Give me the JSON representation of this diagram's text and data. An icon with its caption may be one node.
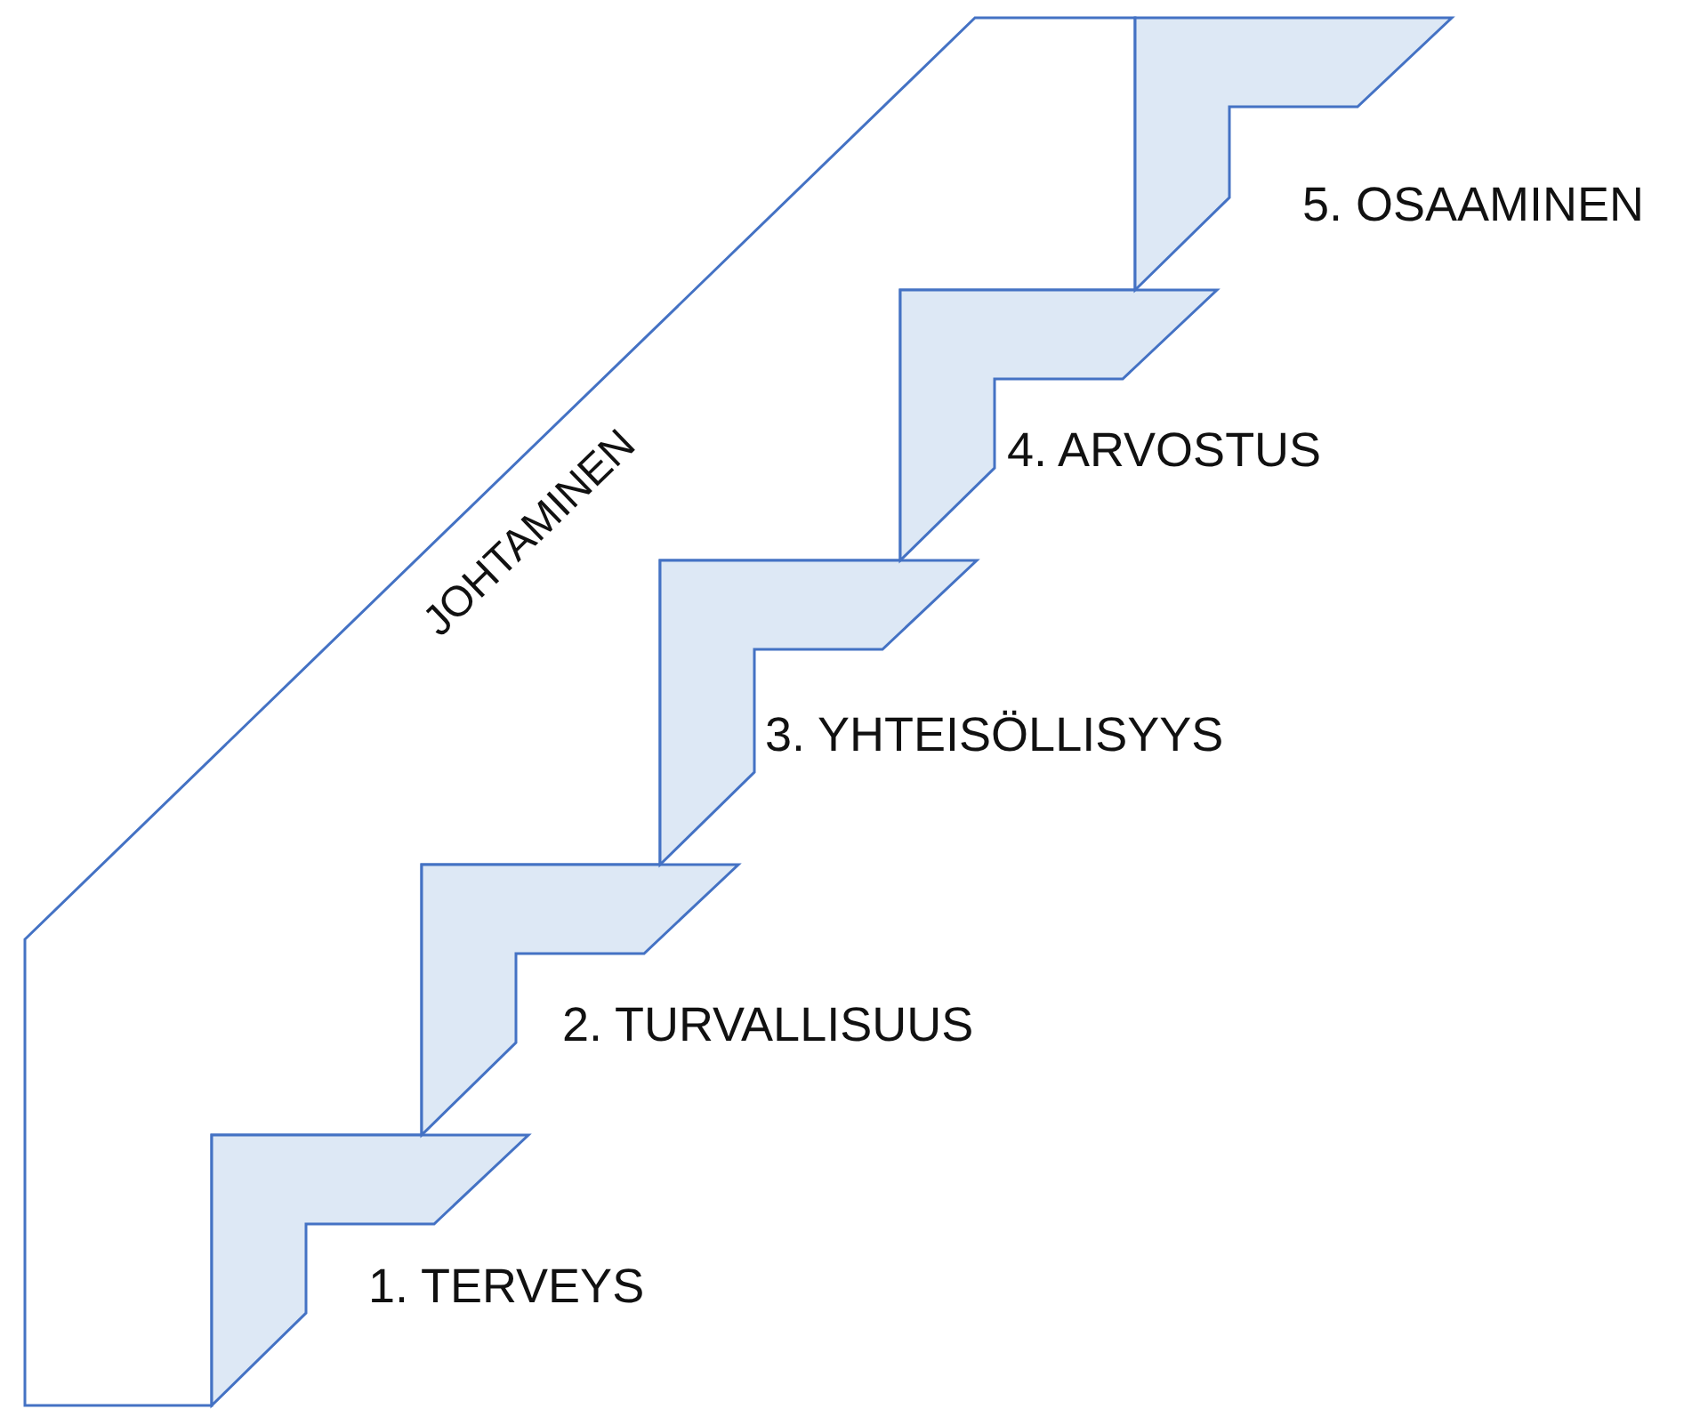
{
  "diagram": {
    "nodes": [
      {
        "text": [
          "JOHTAMINEN"
        ]
      },
      {
        "text": [],
        "shape": "box",
        "beside": [
          "1. TERVEYS"
        ]
      },
      {
        "text": [],
        "shape": "box",
        "beside": [
          "2. TURVALLISUUS"
        ]
      },
      {
        "text": [],
        "shape": "box",
        "beside": [
          "3. YHTEISÖLLISYYS"
        ]
      },
      {
        "text": [],
        "shape": "box",
        "beside": [
          "4. ARVOSTUS"
        ]
      },
      {
        "text": [],
        "shape": "box",
        "beside": [
          "5. OSAAMINEN"
        ]
      }
    ],
    "edges": []
  }
}
